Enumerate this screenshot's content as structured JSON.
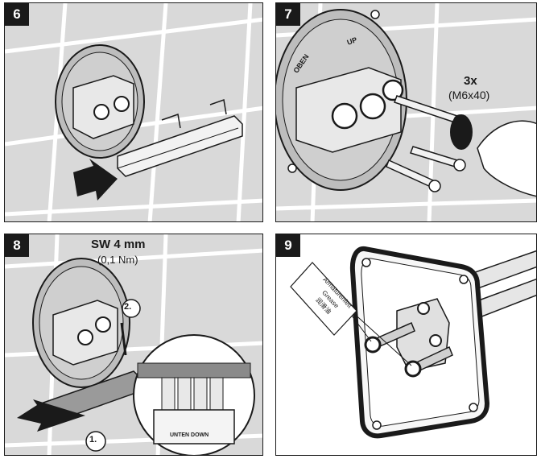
{
  "steps": [
    {
      "number": "6"
    },
    {
      "number": "7",
      "qty_label": "3x",
      "screw_spec": "(M6x40)",
      "plate_marks": [
        "OBEN",
        "UP"
      ]
    },
    {
      "number": "8",
      "tool_label": "SW 4 mm",
      "torque_label": "(0,1 Nm)",
      "order_marks": [
        "1.",
        "2."
      ],
      "detail_label": "UNTEN DOWN"
    },
    {
      "number": "9",
      "tag_lines": [
        "Armaturenfett",
        "Grease",
        "润滑油"
      ]
    }
  ],
  "colors": {
    "wall": "#d9d9d9",
    "grout": "#ffffff",
    "ink": "#1a1a1a"
  }
}
